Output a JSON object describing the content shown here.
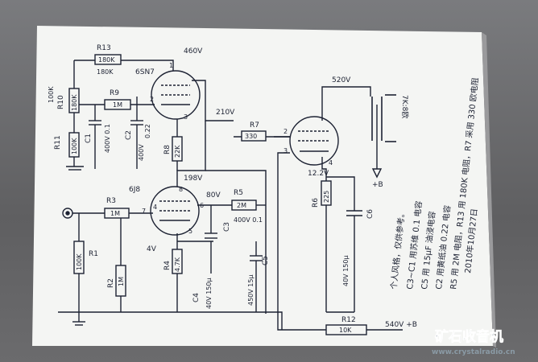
{
  "labels": {
    "r13": "R13",
    "r13_box": "180K",
    "r13_val": "180K",
    "r10_rot": "100K",
    "r10": "R10",
    "r10_box": "180K",
    "r9": "R9",
    "r9_box": "1M",
    "tube1": "6SN7",
    "v460": "460V",
    "c1": "C1",
    "c1_val": "400V 0.1",
    "c2": "C2",
    "c2_val": "0.22",
    "c2_volt": "400V",
    "r8": "R8",
    "r8_box": "22K",
    "r11": "R11",
    "r11_box": "100K",
    "v210": "210V",
    "r7": "R7",
    "r7_box": "330",
    "v520": "520V",
    "ot": "7K:8欧",
    "v198": "198V",
    "tube2": "6J8",
    "v80": "80V",
    "r5": "R5",
    "r5_box": "2M",
    "r3": "R3",
    "r3_box": "1M",
    "c3": "C3",
    "c3_val": "400V 0.1",
    "r1": "R1",
    "r1_box": "100K",
    "r2": "R2",
    "r2_box": "1M",
    "v4": "4V",
    "r4": "R4",
    "r4_box": "4.7K",
    "c4": "C4",
    "c4_val": "40V 150μ",
    "c5": "C5",
    "c5_val": "450V 15μ",
    "v12": "12.2V",
    "r6": "R6",
    "r6_box": "225",
    "c6": "C6",
    "c6_val": "40V 150μ",
    "r12": "R12",
    "r12_box": "10K",
    "b_plus": "540V +B",
    "plus_b": "+B",
    "pin1": "1",
    "pin2": "2",
    "pin3": "3",
    "pin4": "4",
    "pin5": "5",
    "pin6": "6",
    "pin7": "7",
    "pin8": "8",
    "pin_a": "1",
    "pin_b": "8",
    "pin_c": "3",
    "pin_d": "2",
    "pin_e": "4",
    "pin_f": "3"
  },
  "notes": {
    "n1": "个人风格，仅供参考。",
    "n2": "C3~C1 用苏维 0.1 电容",
    "n3": "C5 用 15μF 油浸电容",
    "n4": "C2 用黄纸油 0.22 电容",
    "n5": "R5 用 2M 电阻，R13 用 180K 电阻，R7 采用 330 欧电阻",
    "date": "2010年10月27日"
  },
  "watermark": {
    "title": "矿石收音机",
    "url": "www.crystalradio.cn"
  },
  "colors": {
    "ink": "#1d2233",
    "paper": "#f4f5f3",
    "watermark": "#8a9aa5"
  }
}
